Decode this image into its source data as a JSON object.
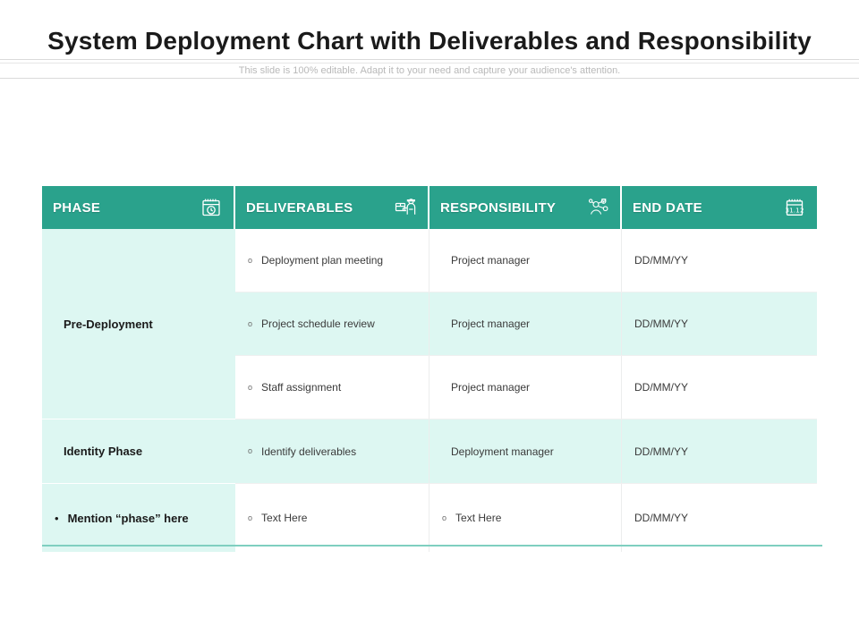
{
  "slide": {
    "title": "System Deployment Chart with Deliverables and Responsibility",
    "subtitle": "This slide is 100% editable. Adapt it to your need and capture your audience's attention."
  },
  "theme": {
    "header_teal": "#2aa28c",
    "row_teal": "#ddf7f2",
    "row_white": "#ffffff",
    "bottom_rule": "#7fcfc0",
    "title_color": "#1a1a1a",
    "subtitle_color": "#b9b9b9"
  },
  "table": {
    "columns": [
      {
        "label": "PHASE",
        "icon": "calendar-clock-icon"
      },
      {
        "label": "DELIVERABLES",
        "icon": "delivery-person-package-icon"
      },
      {
        "label": "RESPONSIBILITY",
        "icon": "person-network-icon"
      },
      {
        "label": "END DATE",
        "icon": "calendar-31-12-icon"
      }
    ],
    "phases": [
      {
        "label": "Pre-Deployment",
        "bullet": "",
        "rows": 3
      },
      {
        "label": "Identity Phase",
        "bullet": "",
        "rows": 1
      },
      {
        "label": "Mention “phase” here",
        "bullet": "•",
        "rows": 1
      }
    ],
    "rows": [
      {
        "deliverable_bullet": "o",
        "deliverable": "Deployment plan meeting",
        "responsibility_bullet": "",
        "responsibility": "Project manager",
        "end_date": "DD/MM/YY",
        "shade": "white"
      },
      {
        "deliverable_bullet": "o",
        "deliverable": "Project schedule review",
        "responsibility_bullet": "",
        "responsibility": "Project manager",
        "end_date": "DD/MM/YY",
        "shade": "teal"
      },
      {
        "deliverable_bullet": "o",
        "deliverable": "Staff assignment",
        "responsibility_bullet": "",
        "responsibility": "Project manager",
        "end_date": "DD/MM/YY",
        "shade": "white"
      },
      {
        "deliverable_bullet": "o",
        "deliverable": "Identify deliverables",
        "responsibility_bullet": "",
        "responsibility": "Deployment manager",
        "end_date": "DD/MM/YY",
        "shade": "teal"
      },
      {
        "deliverable_bullet": "o",
        "deliverable": "Text Here",
        "responsibility_bullet": "o",
        "responsibility": "Text Here",
        "end_date": "DD/MM/YY",
        "shade": "white"
      }
    ]
  }
}
